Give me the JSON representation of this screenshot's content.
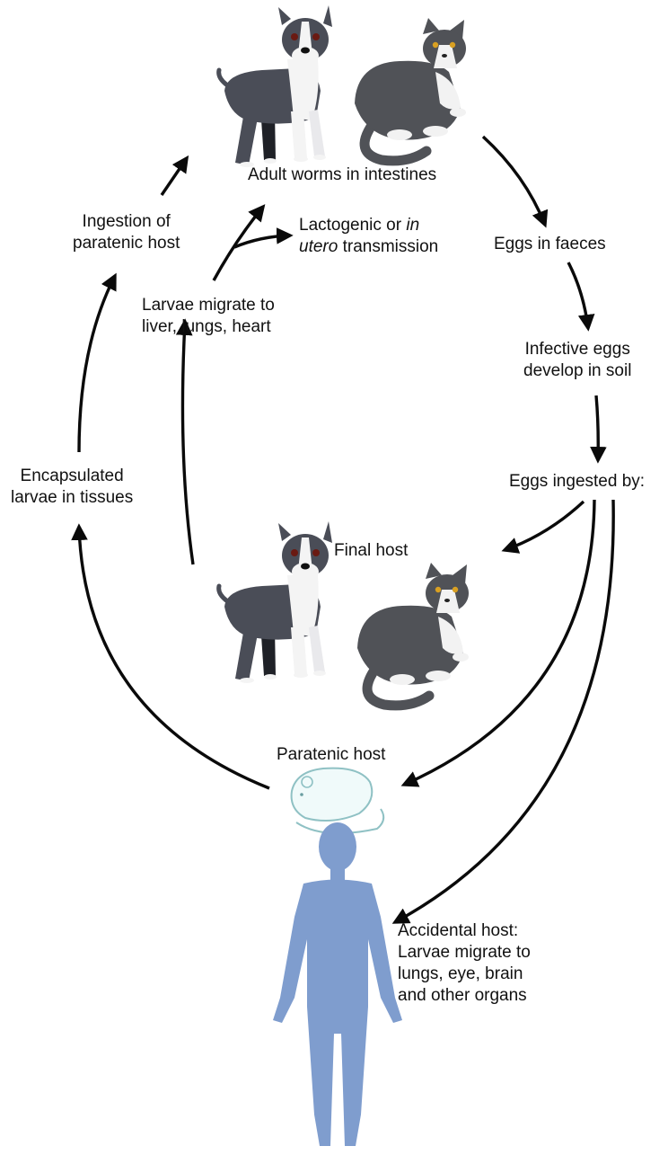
{
  "labels": {
    "adult_worms": "Adult worms in intestines",
    "eggs_faeces": "Eggs in faeces",
    "infective_eggs": [
      "Infective eggs",
      "develop in soil"
    ],
    "eggs_ingested": "Eggs ingested by:",
    "final_host": "Final host",
    "paratenic_host": "Paratenic host",
    "accidental_host": [
      "Accidental host:",
      "Larvae migrate to",
      "lungs, eye, brain",
      "and other organs"
    ],
    "encapsulated": [
      "Encapsulated",
      "larvae in tissues"
    ],
    "ingestion": [
      "Ingestion of",
      "paratenic host"
    ],
    "larvae_migrate": [
      "Larvae migrate to",
      "liver, lungs, heart"
    ],
    "lactogenic": {
      "line1": "Lactogenic or ",
      "line1_italic": "in",
      "line2_italic": "utero",
      "line2": " transmission"
    }
  },
  "icons": [
    "dog-icon",
    "cat-icon",
    "mouse-icon",
    "human-silhouette-icon"
  ],
  "colors": {
    "arrow": "#0a0a0a",
    "dog_body": "#4a4d57",
    "dog_white": "#f4f4f4",
    "cat_body": "#505257",
    "human": "#7f9dce",
    "mouse_outline": "#8fc1c4"
  }
}
